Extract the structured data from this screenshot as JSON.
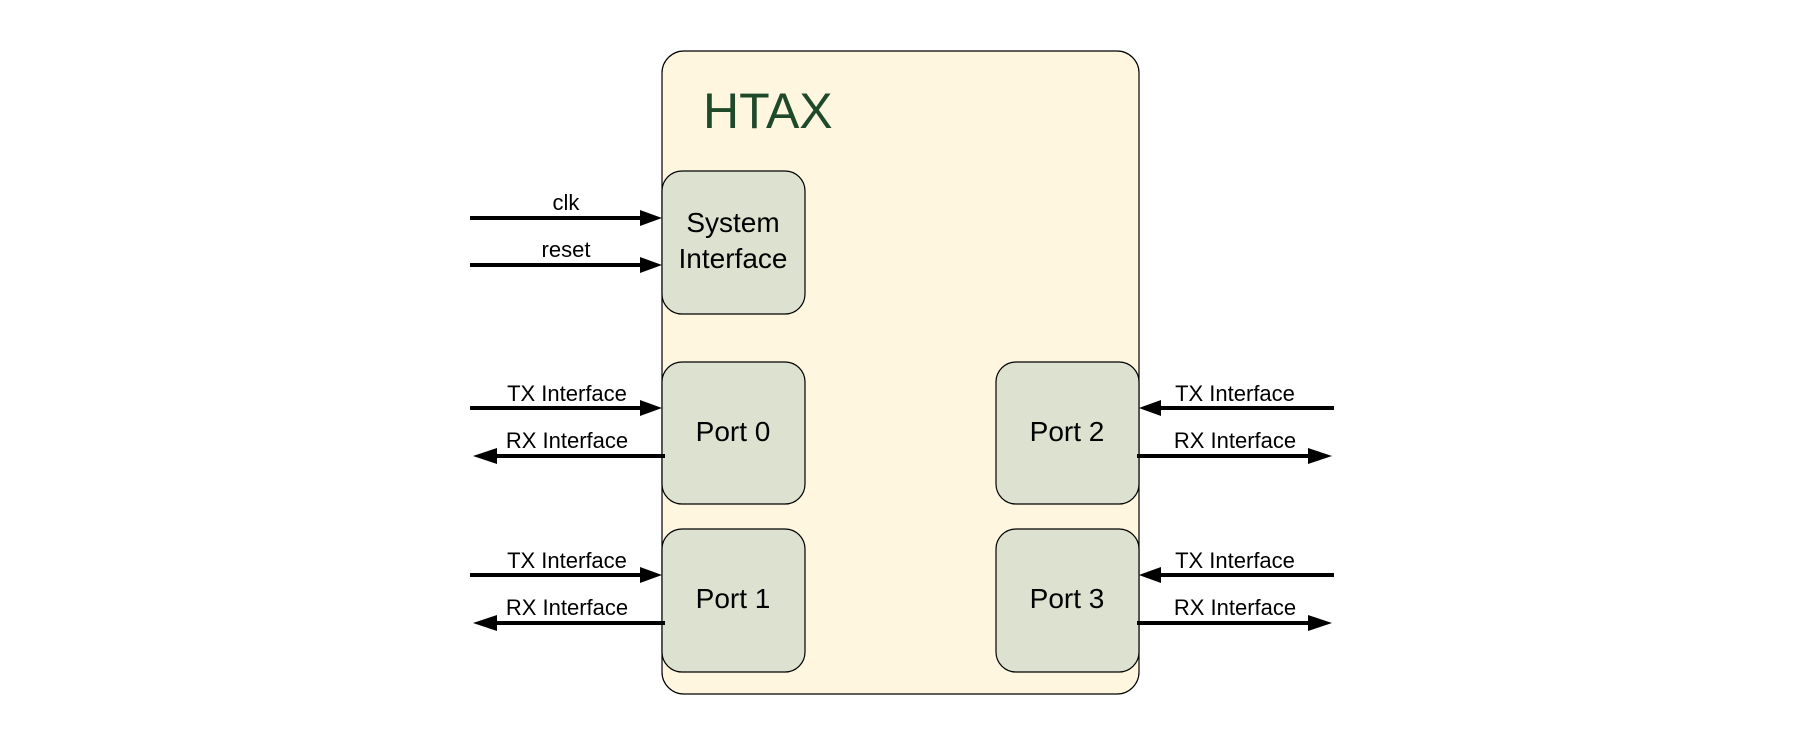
{
  "title": "HTAX",
  "blocks": {
    "system": {
      "line1": "System",
      "line2": "Interface"
    },
    "port0": "Port 0",
    "port1": "Port 1",
    "port2": "Port 2",
    "port3": "Port 3"
  },
  "signals": {
    "clk": "clk",
    "reset": "reset",
    "port0_tx": "TX Interface",
    "port0_rx": "RX Interface",
    "port1_tx": "TX Interface",
    "port1_rx": "RX Interface",
    "port2_tx": "TX Interface",
    "port2_rx": "RX Interface",
    "port3_tx": "TX Interface",
    "port3_rx": "RX Interface"
  },
  "colors": {
    "container_fill": "#fef6df",
    "block_fill": "#dde2d0",
    "title": "#1e4a2a",
    "stroke": "#000000"
  }
}
